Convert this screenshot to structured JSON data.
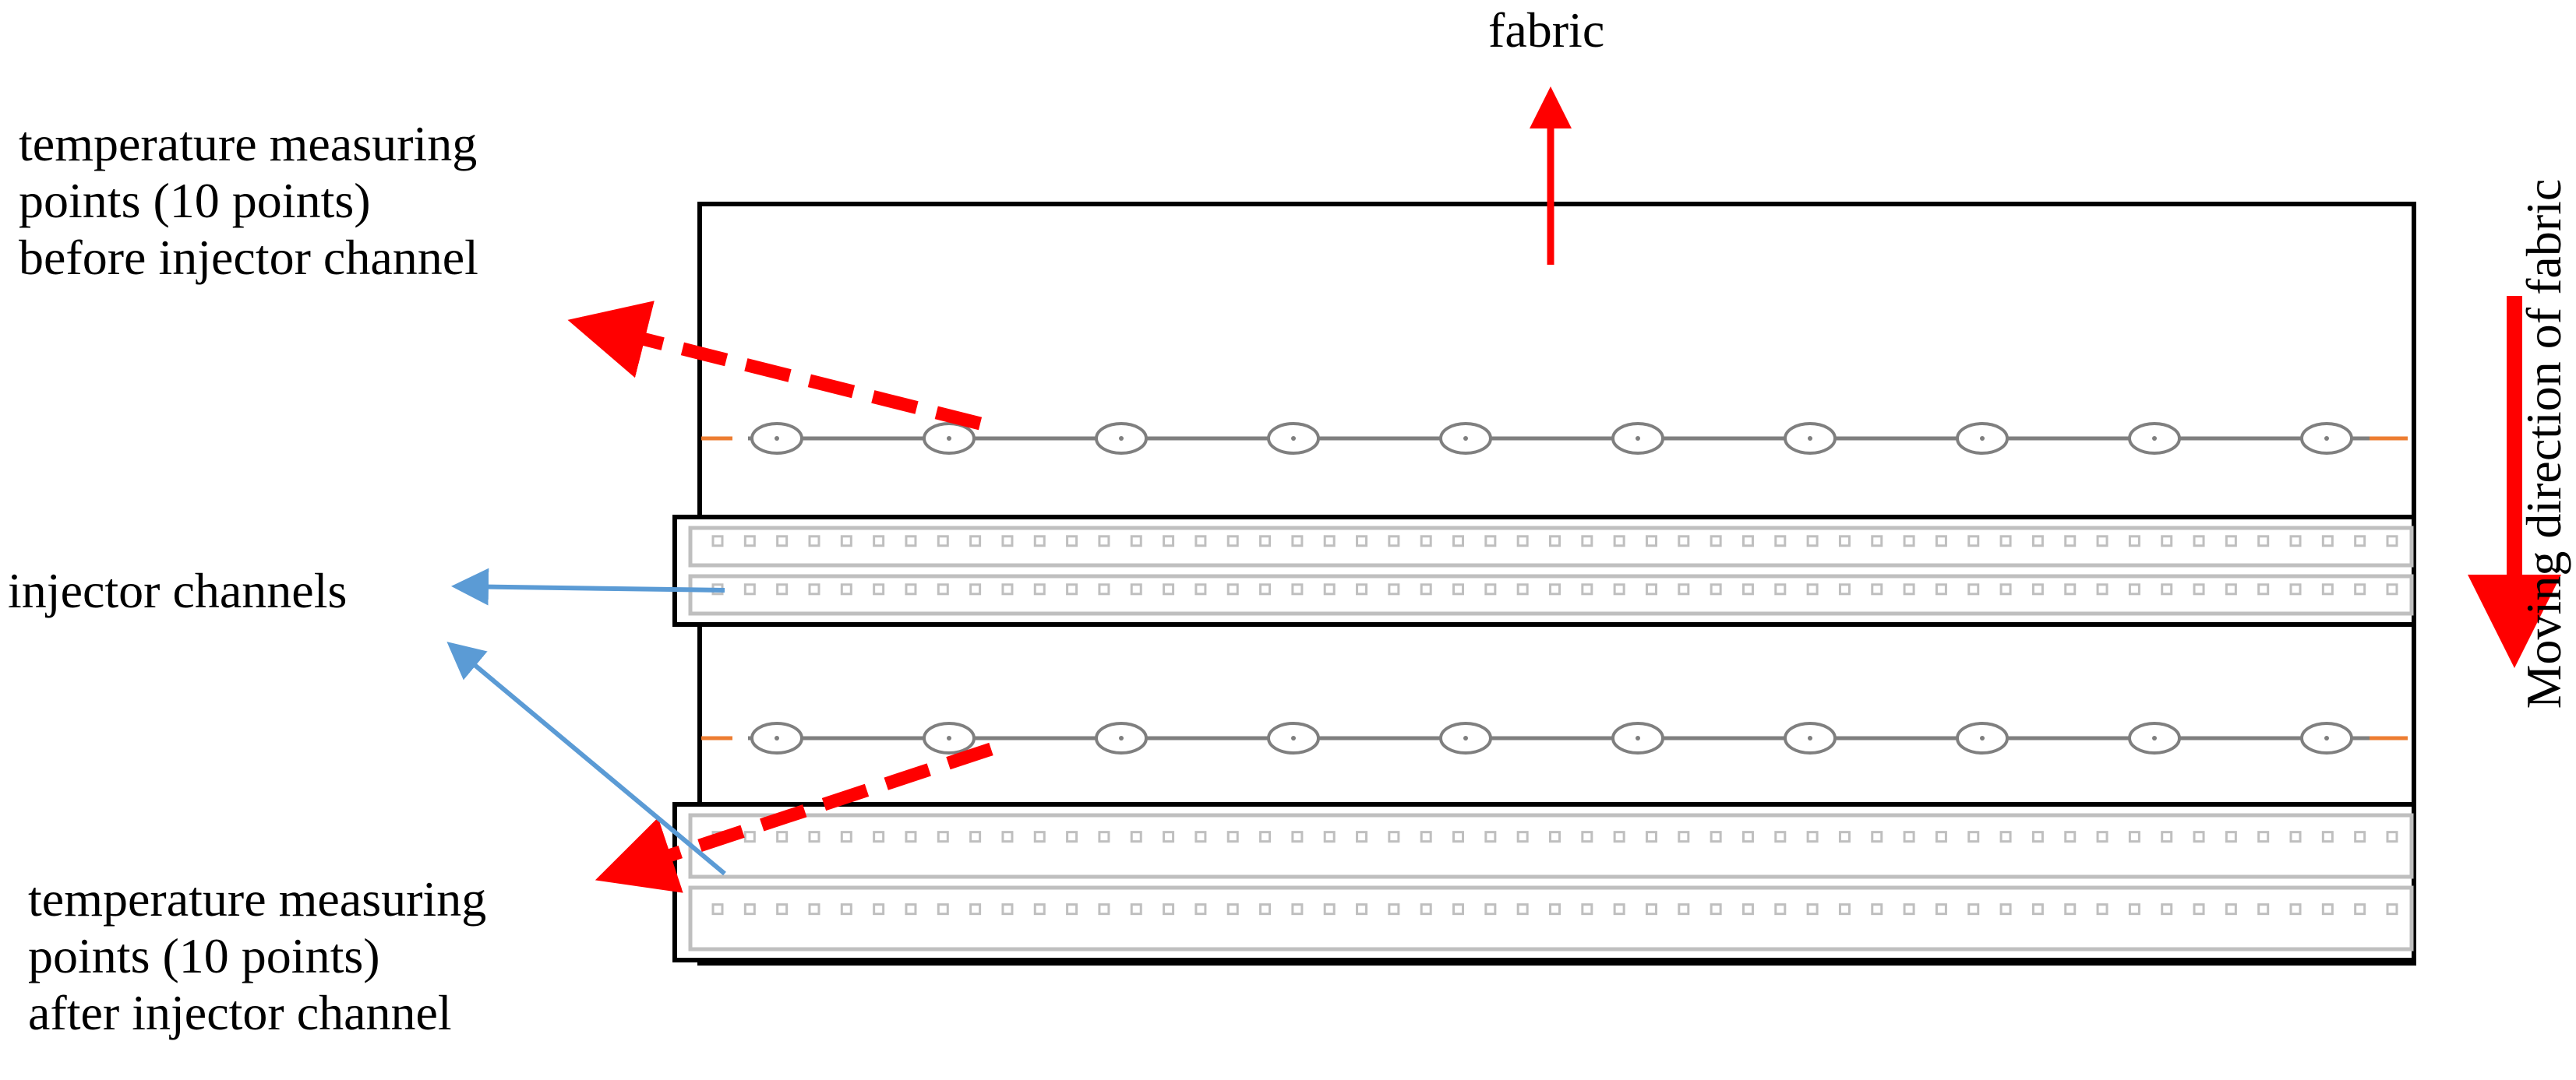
{
  "labels": {
    "fabric": "fabric",
    "before": [
      "temperature measuring",
      "points (10 points)",
      "before injector channel"
    ],
    "injector": "injector channels",
    "after": [
      "temperature measuring",
      "points (10 points)",
      "after injector channel"
    ],
    "moving": "Moving direction of fabric"
  },
  "measuring_rows": [
    {
      "name": "before injector channel",
      "points": 10
    },
    {
      "name": "after injector channel",
      "points": 10
    }
  ],
  "injector_channel_count": 2,
  "colors": {
    "red": "#ff0000",
    "blue": "#5b9bd5",
    "orange": "#ed7d31",
    "outline": "#000000",
    "channel": "#bfbfbf",
    "gauge": "#7f7f7f"
  }
}
